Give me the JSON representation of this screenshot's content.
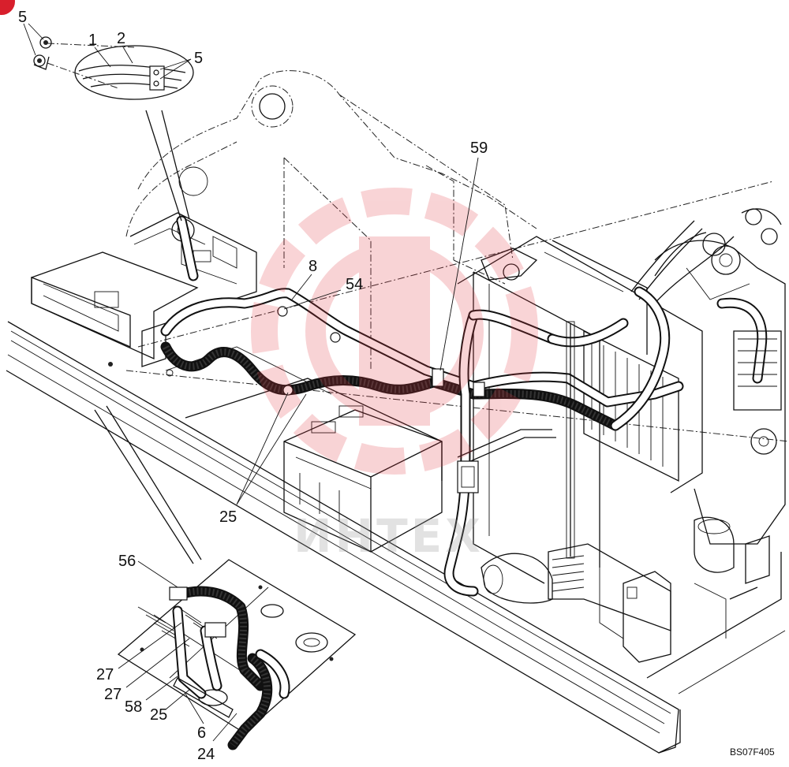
{
  "diagram": {
    "drawing_code": "BS07F405",
    "watermark": "ИНТЕХ",
    "callouts": [
      {
        "id": "5"
      },
      {
        "id": "1"
      },
      {
        "id": "2"
      },
      {
        "id": "5"
      },
      {
        "id": "59"
      },
      {
        "id": "8"
      },
      {
        "id": "54"
      },
      {
        "id": "25"
      },
      {
        "id": "56"
      },
      {
        "id": "27"
      },
      {
        "id": "27"
      },
      {
        "id": "58"
      },
      {
        "id": "25"
      },
      {
        "id": "6"
      },
      {
        "id": "24"
      }
    ]
  },
  "colors": {
    "line": "#111111",
    "background": "#ffffff",
    "watermark_logo": "#e23c46",
    "corner_marker": "#d81f2c"
  }
}
